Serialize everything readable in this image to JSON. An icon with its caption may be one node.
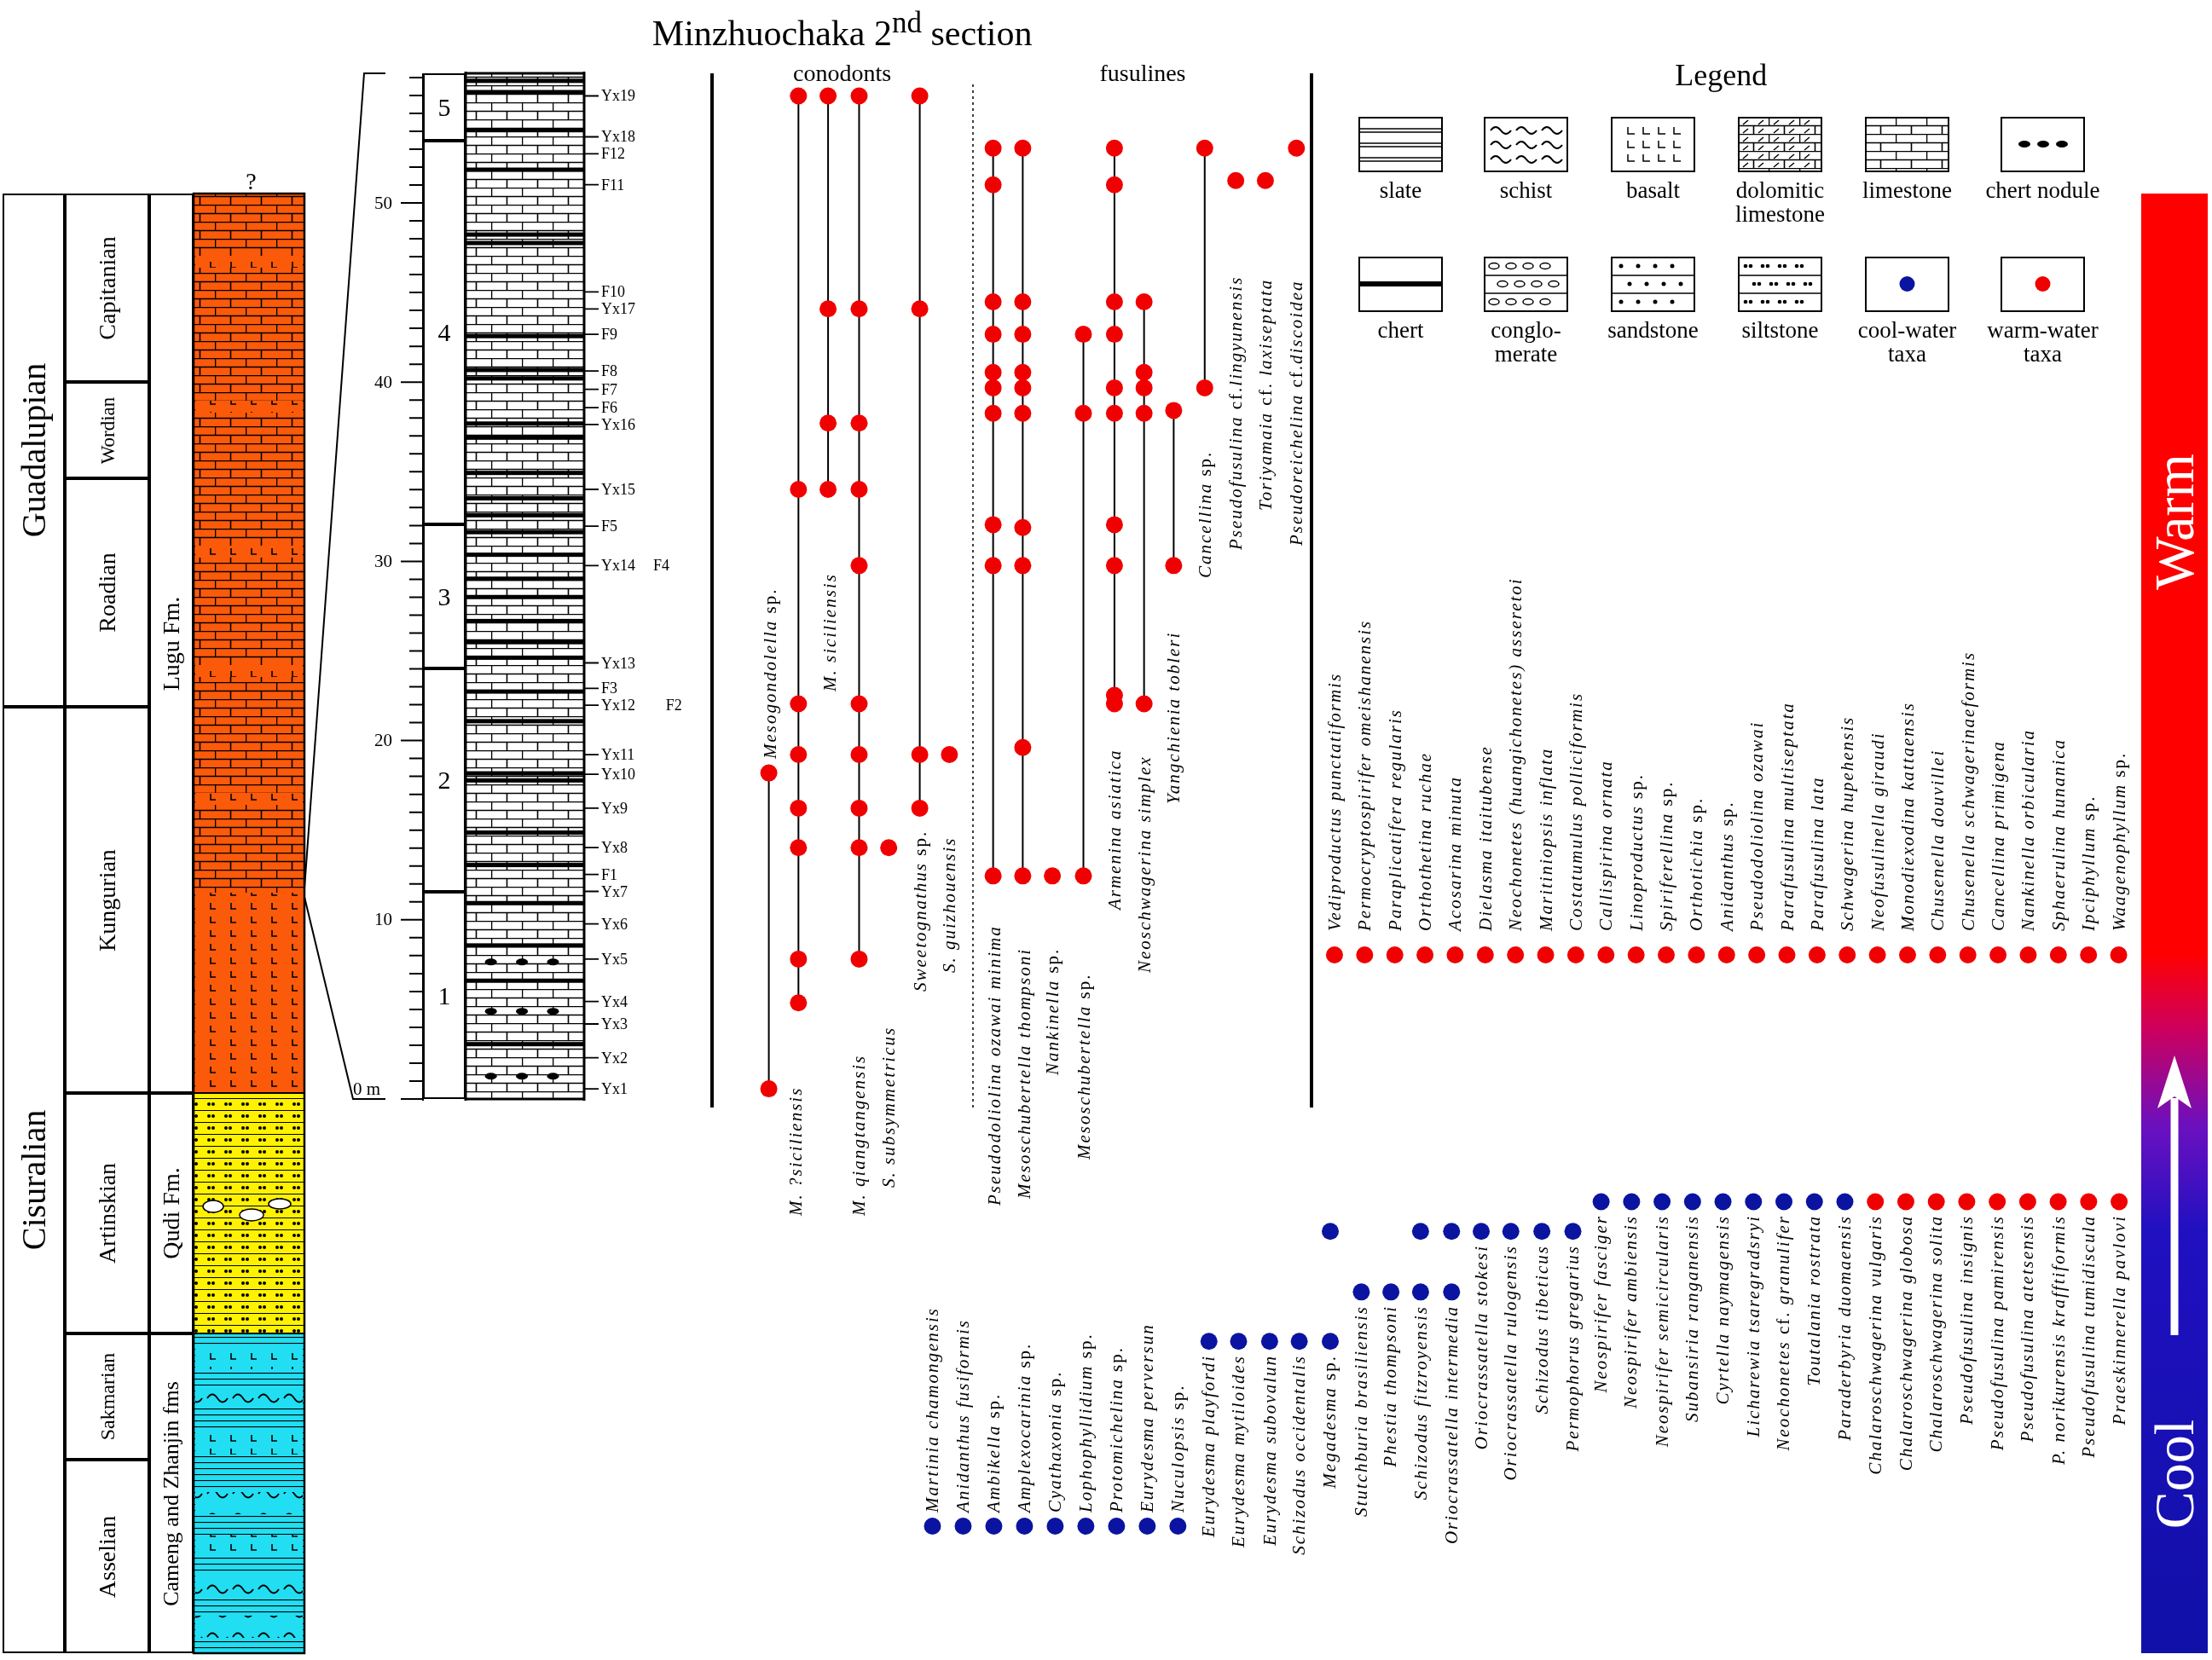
{
  "diagram": {
    "title": "Minzhuochaka 2$^{nd}$ section",
    "nodes": [
      {
        "text": [
          "Guadalupian"
        ]
      },
      {
        "text": [
          "Cisuralian"
        ]
      },
      {
        "text": [
          "Capitanian"
        ]
      },
      {
        "text": [
          "Wordian"
        ]
      },
      {
        "text": [
          "Roadian"
        ]
      },
      {
        "text": [
          "Kungurian"
        ]
      },
      {
        "text": [
          "Artinskian"
        ]
      },
      {
        "text": [
          "Sakmarian"
        ]
      },
      {
        "text": [
          "Asselian"
        ]
      },
      {
        "text": [
          "Lugu Fm."
        ]
      },
      {
        "text": [
          "Qudi Fm."
        ]
      },
      {
        "text": [
          "Cameng and Zhanjin fms"
        ]
      },
      {
        "text": [
          "5"
        ]
      },
      {
        "text": [
          "4"
        ]
      },
      {
        "text": [
          "3"
        ]
      },
      {
        "text": [
          "2"
        ]
      },
      {
        "text": [
          "1"
        ]
      }
    ],
    "labels": [
      "?",
      "50",
      "40",
      "30",
      "20",
      "10",
      "0 m",
      "Yx19",
      "Yx18",
      "F12",
      "F11",
      "F10",
      "Yx17",
      "F9",
      "F8",
      "F7",
      "F6",
      "Yx16",
      "Yx15",
      "F5",
      "Yx14",
      "F4",
      "Yx13",
      "F3",
      "Yx12",
      "F2",
      "Yx11",
      "Yx10",
      "Yx9",
      "Yx8",
      "F1",
      "Yx7",
      "Yx6",
      "Yx5",
      "Yx4",
      "Yx3",
      "Yx2",
      "Yx1",
      "conodonts",
      "fusulines",
      "Legend",
      "*Mesogondolella* sp.",
      "M. ?siciliensis",
      "M. siciliensis",
      "M. qiangtangensis",
      "S. subsymmetricus",
      "*Sweetognathus* sp.",
      "S. guizhouensis",
      "Pseudodoliolina ozawai minima",
      "Mesoschubertella thompsoni",
      "*Nankinella* sp.",
      "*Mesoschubertella* sp.",
      "Armenina asiatica",
      "Neoschwagerina simplex",
      "Yangchienia tobleri",
      "*Cancellina* sp.",
      "*Pseudofusulina* cf.*lingyunensis*",
      "*Toriyamaia* cf. *laxiseptata*",
      "*Pseudoreichelina* cf.*discoidea*",
      "Vediproductus punctatiformis",
      "Permocryptospirifer omeishanensis",
      "Paraplicatifera regularis",
      "Orthothetina ruchae",
      "Acosarina minuta",
      "Dielasma itaitubense",
      "Neochonetes (huangichonetes) asseretoi",
      "Maritiniopsis inflata",
      "Costatumulus polliciformis",
      "Callispirina ornata",
      "*Linoproductus* sp.",
      "*Spiriferellina* sp.",
      "*Orthotichia* sp.",
      "*Anidanthus* sp.",
      "Pseudodoliolina ozawai",
      "Parafusulina multiseptata",
      "Parafusulina lata",
      "Schwagerina hupehensis",
      "Neofusulinella giraudi",
      "Monodiexodina kattaensis",
      "Chusenella douvillei",
      "Chusenella schwagerinaeformis",
      "Cancellina primigena",
      "Nankinella orbicularia",
      "Sphaerulina hunanica",
      "*Ipciphyllum* sp.",
      "*Waagenophyllum* sp.",
      "Martinia chamongensis",
      "Anidanthus fusiformis",
      "*Ambikella* sp.",
      "*Amplexocarinia* sp.",
      "*Cyathaxonia* sp.",
      "*Lophophyllidium* sp.",
      "*Protomichelina* sp.",
      "Eurydesma perversun",
      "*Nuculopsis* sp.",
      "Eurydesma playfordi",
      "Eurydesma mytiloides",
      "Eurydesma subovalun",
      "Schizodus occidentalis",
      "*Megadesma* sp.",
      "Stutchburia brasiliensis",
      "Phestia thompsoni",
      "Schizodus fitzroyensis",
      "Oriocrassatella intermedia",
      "Oriocrassatella stokesi",
      "Oriocrassatella rulogensis",
      "Schizodus tibeticus",
      "Permophorus gregarius",
      "Neospirifer fasciger",
      "Neospirifer ambiensis",
      "Neospirifer semicircularis",
      "Subansiria ranganensis",
      "Cyrtella naymagensis",
      "Licharewia tsaregradsryi",
      "*Neochonetes* cf. *granulifer*",
      "Toutalania rostrata",
      "Paraderbyria duomaensis",
      "Chalaroschwagerina vulgaris",
      "Chalaroschwagerina globosa",
      "Chalaroschwagerina solita",
      "Pseudofusulina insignis",
      "Pseudofusulina pamirensis",
      "Pseudofusulina atetsensis",
      "P. norikurensis krafftiformis",
      "Pseudofusulina tumidiscula",
      "Praeskinnerella pavlovi",
      "Warm",
      "Cool"
    ],
    "legend": [
      {
        "text": "slate"
      },
      {
        "text": "schist"
      },
      {
        "text": "basalt"
      },
      {
        "text": "dolomitic limestone"
      },
      {
        "text": "limestone"
      },
      {
        "text": "chert nodule"
      },
      {
        "text": "chert"
      },
      {
        "text": "conglo-merate"
      },
      {
        "text": "sandstone"
      },
      {
        "text": "siltstone"
      },
      {
        "text": "cool-water taxa"
      },
      {
        "text": "warm-water taxa"
      }
    ]
  }
}
